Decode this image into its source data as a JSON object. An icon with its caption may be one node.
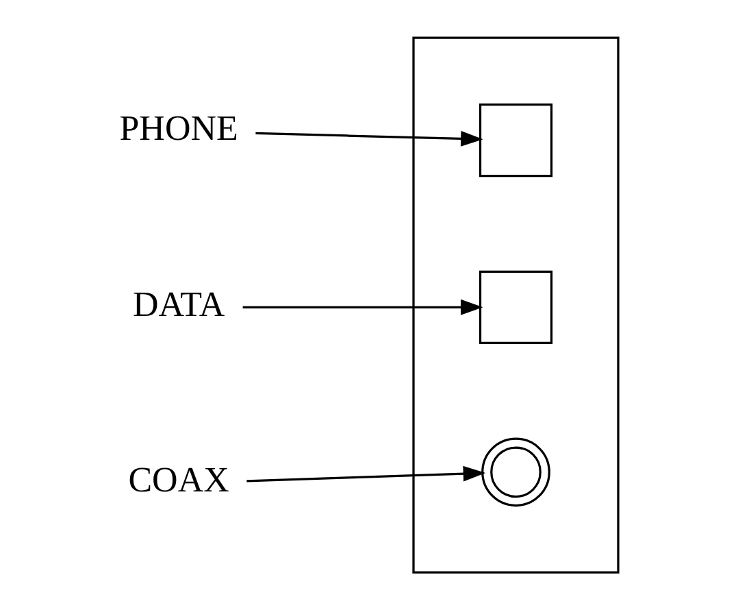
{
  "diagram": {
    "nodes": [
      {
        "text": [],
        "shape": "box"
      },
      {
        "text": [
          "PHONE"
        ]
      },
      {
        "text": [
          "DATA"
        ]
      },
      {
        "text": [
          "COAX"
        ]
      },
      {
        "text": [],
        "shape": "box",
        "in": 0
      },
      {
        "text": [],
        "shape": "box",
        "in": 0
      },
      {
        "text": [],
        "shape": "circle",
        "in": 0
      }
    ],
    "edges": [
      {
        "from": 1,
        "to": 4,
        "arrow": "to"
      },
      {
        "from": 2,
        "to": 5,
        "arrow": "to"
      },
      {
        "from": 3,
        "to": 6,
        "arrow": "to"
      }
    ]
  }
}
